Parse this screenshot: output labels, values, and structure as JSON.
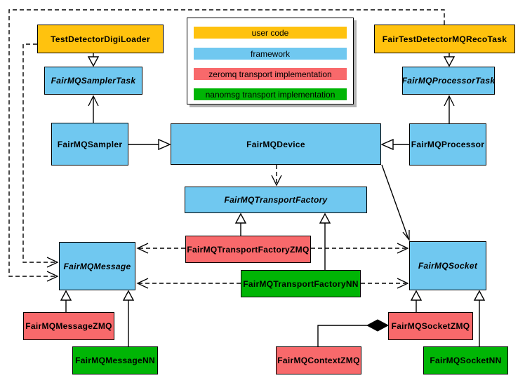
{
  "palette": {
    "user_code": "#FFC20E",
    "framework": "#70C8F0",
    "zeromq": "#F8696B",
    "nanomsg": "#00B505",
    "line": "#000000",
    "background": "#FFFFFF"
  },
  "legend": {
    "items": [
      {
        "label": "user code",
        "category": "user_code"
      },
      {
        "label": "framework",
        "category": "framework"
      },
      {
        "label": "zeromq transport implementation",
        "category": "zeromq"
      },
      {
        "label": "nanomsg transport implementation",
        "category": "nanomsg"
      }
    ]
  },
  "nodes": [
    {
      "id": "test-detector-digi-loader",
      "label": "TestDetectorDigiLoader",
      "category": "user_code",
      "abstract": false
    },
    {
      "id": "fair-test-detector-mq-reco-task",
      "label": "FairTestDetectorMQRecoTask",
      "category": "user_code",
      "abstract": false
    },
    {
      "id": "fairmq-sampler-task",
      "label": "FairMQSamplerTask",
      "category": "framework",
      "abstract": true
    },
    {
      "id": "fairmq-processor-task",
      "label": "FairMQProcessorTask",
      "category": "framework",
      "abstract": true
    },
    {
      "id": "fairmq-sampler",
      "label": "FairMQSampler",
      "category": "framework",
      "abstract": false
    },
    {
      "id": "fairmq-device",
      "label": "FairMQDevice",
      "category": "framework",
      "abstract": false
    },
    {
      "id": "fairmq-processor",
      "label": "FairMQProcessor",
      "category": "framework",
      "abstract": false
    },
    {
      "id": "fairmq-transport-factory",
      "label": "FairMQTransportFactory",
      "category": "framework",
      "abstract": true
    },
    {
      "id": "fairmq-transport-factory-zmq",
      "label": "FairMQTransportFactoryZMQ",
      "category": "zeromq",
      "abstract": false
    },
    {
      "id": "fairmq-transport-factory-nn",
      "label": "FairMQTransportFactoryNN",
      "category": "nanomsg",
      "abstract": false
    },
    {
      "id": "fairmq-message",
      "label": "FairMQMessage",
      "category": "framework",
      "abstract": true
    },
    {
      "id": "fairmq-socket",
      "label": "FairMQSocket",
      "category": "framework",
      "abstract": true
    },
    {
      "id": "fairmq-message-zmq",
      "label": "FairMQMessageZMQ",
      "category": "zeromq",
      "abstract": false
    },
    {
      "id": "fairmq-message-nn",
      "label": "FairMQMessageNN",
      "category": "nanomsg",
      "abstract": false
    },
    {
      "id": "fairmq-context-zmq",
      "label": "FairMQContextZMQ",
      "category": "zeromq",
      "abstract": false
    },
    {
      "id": "fairmq-socket-zmq",
      "label": "FairMQSocketZMQ",
      "category": "zeromq",
      "abstract": false
    },
    {
      "id": "fairmq-socket-nn",
      "label": "FairMQSocketNN",
      "category": "nanomsg",
      "abstract": false
    }
  ],
  "edges": [
    {
      "from": "TestDetectorDigiLoader",
      "to": "FairMQSamplerTask",
      "type": "inheritance"
    },
    {
      "from": "FairTestDetectorMQRecoTask",
      "to": "FairMQProcessorTask",
      "type": "inheritance"
    },
    {
      "from": "FairMQSampler",
      "to": "FairMQSamplerTask",
      "type": "association"
    },
    {
      "from": "FairMQProcessor",
      "to": "FairMQProcessorTask",
      "type": "association"
    },
    {
      "from": "FairMQSampler",
      "to": "FairMQDevice",
      "type": "inheritance"
    },
    {
      "from": "FairMQProcessor",
      "to": "FairMQDevice",
      "type": "inheritance"
    },
    {
      "from": "FairMQDevice",
      "to": "FairMQTransportFactory",
      "type": "dependency"
    },
    {
      "from": "FairMQDevice",
      "to": "FairMQSocket",
      "type": "association"
    },
    {
      "from": "FairMQTransportFactoryZMQ",
      "to": "FairMQTransportFactory",
      "type": "inheritance"
    },
    {
      "from": "FairMQTransportFactoryNN",
      "to": "FairMQTransportFactory",
      "type": "inheritance"
    },
    {
      "from": "FairMQTransportFactoryZMQ",
      "to": "FairMQMessage",
      "type": "dependency"
    },
    {
      "from": "FairMQTransportFactoryZMQ",
      "to": "FairMQSocket",
      "type": "dependency"
    },
    {
      "from": "FairMQTransportFactoryNN",
      "to": "FairMQMessage",
      "type": "dependency"
    },
    {
      "from": "FairMQTransportFactoryNN",
      "to": "FairMQSocket",
      "type": "dependency"
    },
    {
      "from": "TestDetectorDigiLoader",
      "to": "FairMQMessage",
      "type": "dependency"
    },
    {
      "from": "FairTestDetectorMQRecoTask",
      "to": "FairMQMessage",
      "type": "dependency"
    },
    {
      "from": "FairMQMessageZMQ",
      "to": "FairMQMessage",
      "type": "inheritance"
    },
    {
      "from": "FairMQMessageNN",
      "to": "FairMQMessage",
      "type": "inheritance"
    },
    {
      "from": "FairMQSocketZMQ",
      "to": "FairMQSocket",
      "type": "inheritance"
    },
    {
      "from": "FairMQSocketNN",
      "to": "FairMQSocket",
      "type": "inheritance"
    },
    {
      "from": "FairMQContextZMQ",
      "to": "FairMQSocketZMQ",
      "type": "composition"
    }
  ]
}
